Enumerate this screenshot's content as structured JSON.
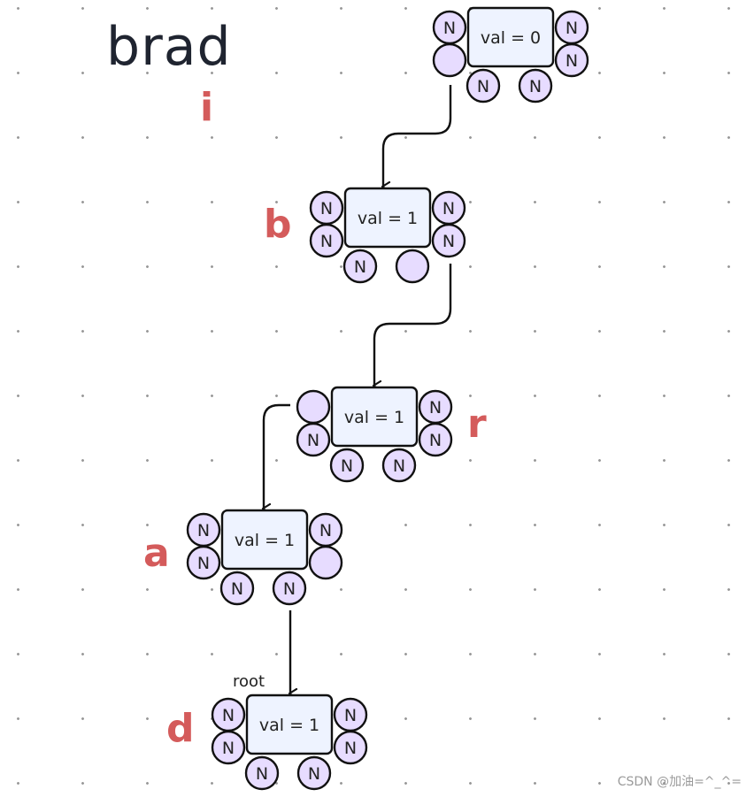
{
  "title": "brad",
  "colors": {
    "node_fill": "#eef3ff",
    "child_fill": "#e7dcff",
    "stroke": "#111111",
    "letter": "#d45b5b"
  },
  "null_label": "N",
  "nodes": [
    {
      "id": "i",
      "letter": "i",
      "val_text": "val = 0",
      "children": [
        "N",
        "",
        "N",
        "N",
        "N",
        "N"
      ]
    },
    {
      "id": "b",
      "letter": "b",
      "val_text": "val = 1",
      "children": [
        "N",
        "N",
        "N",
        "N",
        "N",
        ""
      ]
    },
    {
      "id": "r",
      "letter": "r",
      "val_text": "val = 1",
      "children": [
        "",
        "N",
        "N",
        "N",
        "N",
        "N"
      ]
    },
    {
      "id": "a",
      "letter": "a",
      "val_text": "val = 1",
      "children": [
        "N",
        "N",
        "N",
        "",
        "N",
        "N"
      ]
    },
    {
      "id": "d",
      "letter": "d",
      "val_text": "val = 1",
      "children": [
        "N",
        "N",
        "N",
        "N",
        "N",
        "N"
      ]
    }
  ],
  "edges": [
    {
      "from": "i",
      "to": "b"
    },
    {
      "from": "b",
      "to": "r"
    },
    {
      "from": "r",
      "to": "a"
    },
    {
      "from": "a",
      "to": "d"
    }
  ],
  "root_label": "root",
  "watermark": "CSDN @加油=^_^="
}
